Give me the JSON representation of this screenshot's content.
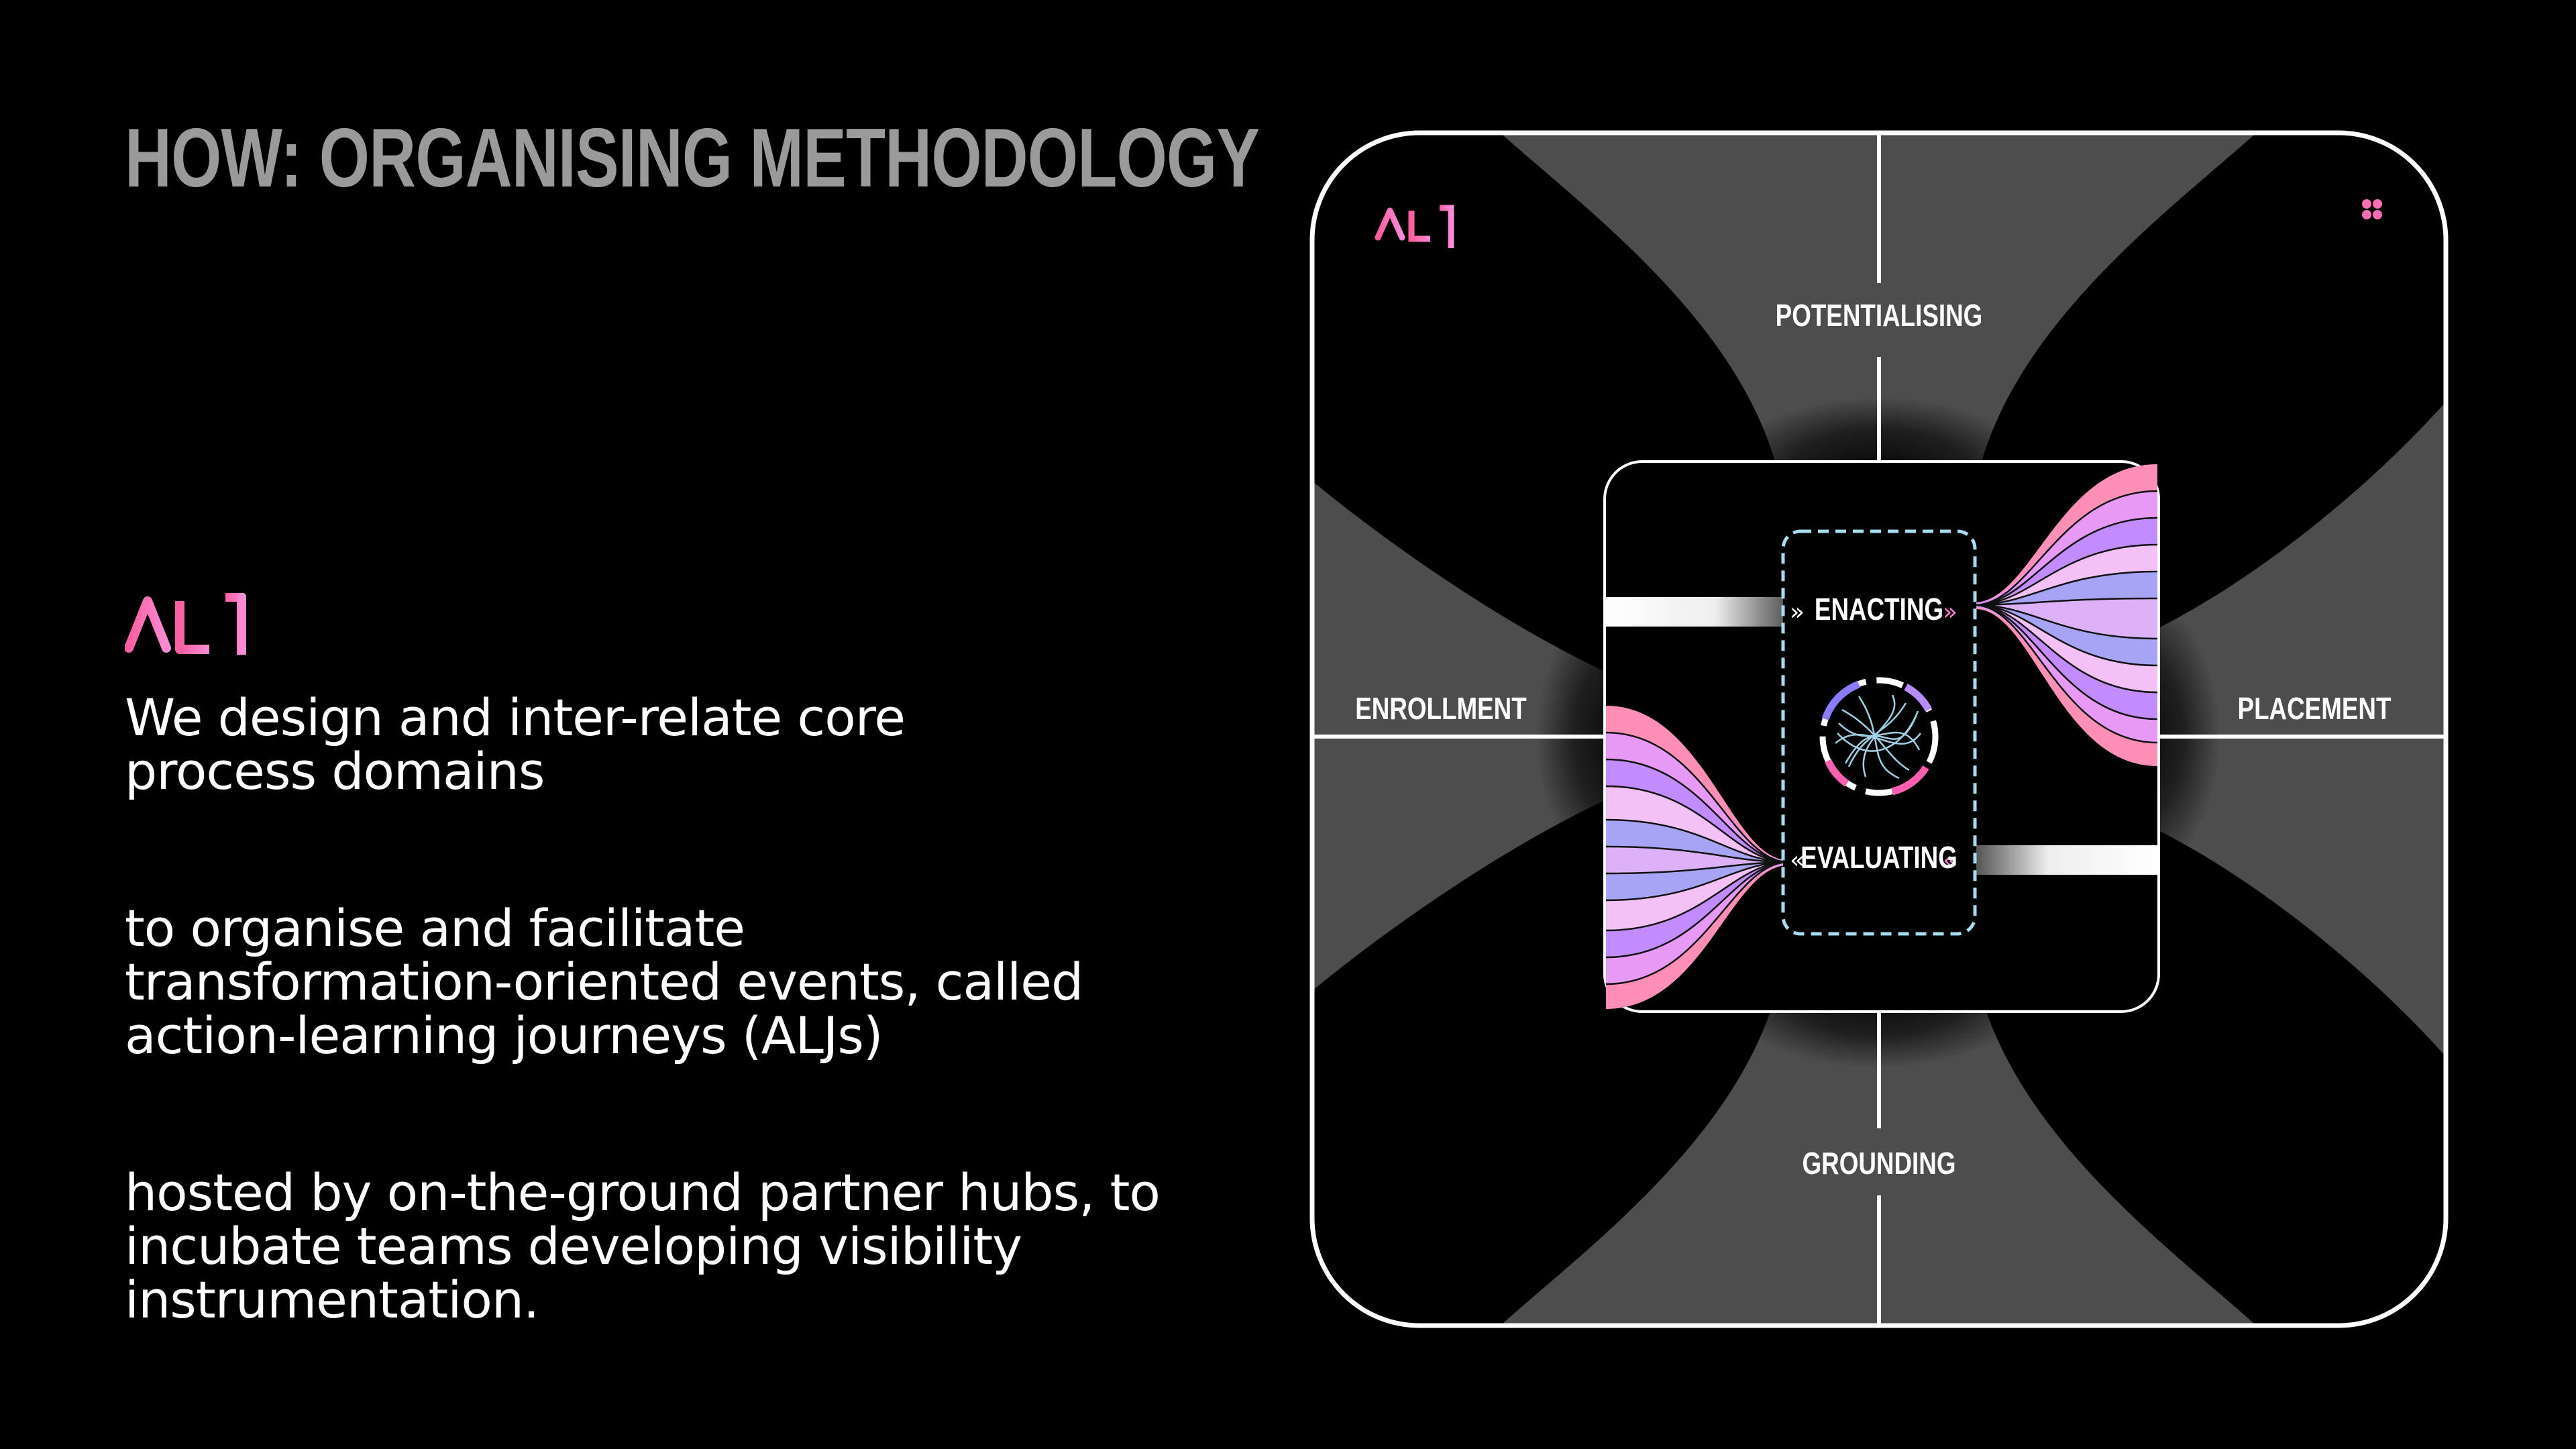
{
  "slide": {
    "title": "HOW: ORGANISING METHODOLOGY",
    "logo_text": "ALJ",
    "paragraphs": [
      [
        "We design and inter-relate core",
        "process domains"
      ],
      [
        "to organise and facilitate",
        "transformation-oriented events, called",
        "action-learning journeys (ALJs)"
      ],
      [
        "hosted by on-the-ground partner hubs, to",
        "incubate teams developing visibility",
        "instrumentation."
      ]
    ]
  },
  "diagram": {
    "labels": {
      "top": "POTENTIALISING",
      "left": "ENROLLMENT",
      "right": "PLACEMENT",
      "bottom": "GROUNDING",
      "center_top": "ENACTING",
      "center_bottom": "EVALUATING"
    },
    "icons": {
      "top_right": "four-dots-icon",
      "center": "network-circle-icon",
      "arrows_in": "double-chevron-right-icon",
      "arrows_out": "double-chevron-left-icon"
    },
    "colors": {
      "background": "#000000",
      "frame": "#ffffff",
      "quadrant_gray": "#4d4d4d",
      "accent_pink": "#ff5fa8",
      "accent_purple": "#b78cff",
      "dashed_box": "#a8dcf0"
    }
  }
}
